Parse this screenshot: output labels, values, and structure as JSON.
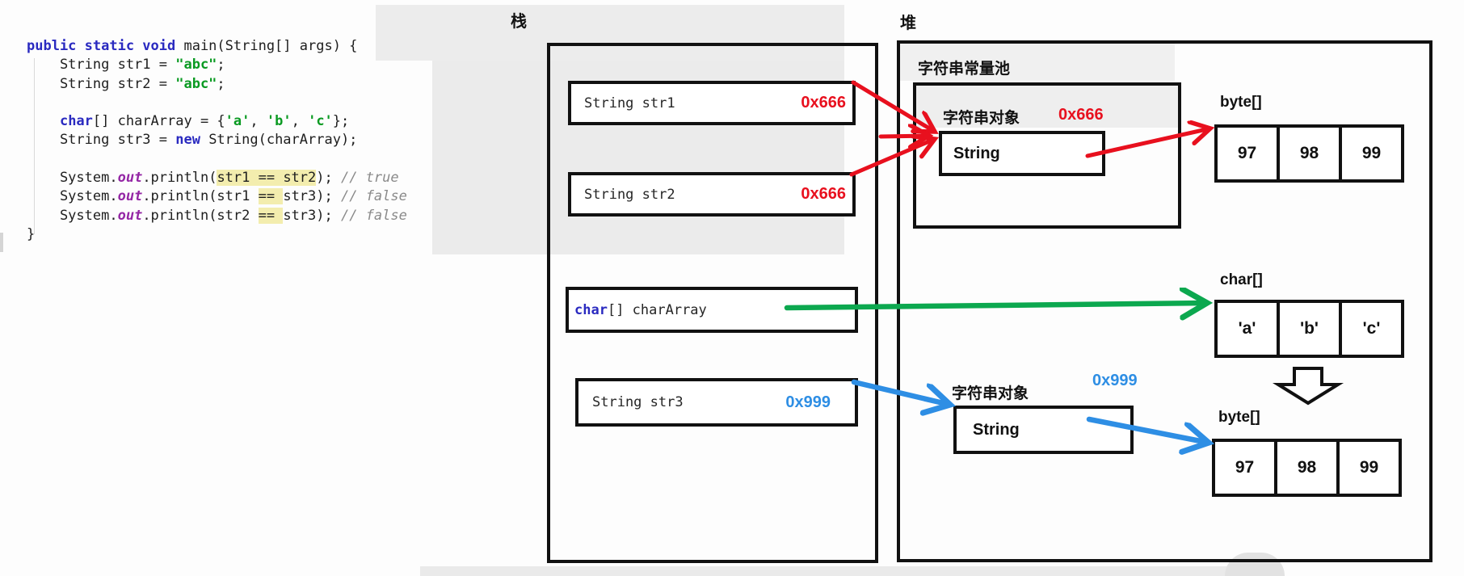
{
  "code": {
    "lines": [
      [
        {
          "s": "kw",
          "t": "public static void "
        },
        {
          "s": "p",
          "t": "main(String[] args) {"
        }
      ],
      [
        {
          "s": "p",
          "t": "    String str1 = "
        },
        {
          "s": "str",
          "t": "\"abc\""
        },
        {
          "s": "p",
          "t": ";"
        }
      ],
      [
        {
          "s": "p",
          "t": "    String str2 = "
        },
        {
          "s": "str",
          "t": "\"abc\""
        },
        {
          "s": "p",
          "t": ";"
        }
      ],
      [],
      [
        {
          "s": "p",
          "t": "    "
        },
        {
          "s": "kw",
          "t": "char"
        },
        {
          "s": "p",
          "t": "[] charArray = {"
        },
        {
          "s": "str",
          "t": "'a'"
        },
        {
          "s": "p",
          "t": ", "
        },
        {
          "s": "str",
          "t": "'b'"
        },
        {
          "s": "p",
          "t": ", "
        },
        {
          "s": "str",
          "t": "'c'"
        },
        {
          "s": "p",
          "t": "};"
        }
      ],
      [
        {
          "s": "p",
          "t": "    String str3 = "
        },
        {
          "s": "kw",
          "t": "new"
        },
        {
          "s": "p",
          "t": " String(charArray);"
        }
      ],
      [],
      [
        {
          "s": "p",
          "t": "    System."
        },
        {
          "s": "fld",
          "t": "out"
        },
        {
          "s": "p",
          "t": ".println("
        },
        {
          "s": "hl",
          "t": "str1 == str2"
        },
        {
          "s": "p",
          "t": "); "
        },
        {
          "s": "cmt",
          "t": "// true"
        }
      ],
      [
        {
          "s": "p",
          "t": "    System."
        },
        {
          "s": "fld",
          "t": "out"
        },
        {
          "s": "p",
          "t": ".println(str1 "
        },
        {
          "s": "hl",
          "t": "== "
        },
        {
          "s": "p",
          "t": "str3); "
        },
        {
          "s": "cmt",
          "t": "// false"
        }
      ],
      [
        {
          "s": "p",
          "t": "    System."
        },
        {
          "s": "fld",
          "t": "out"
        },
        {
          "s": "p",
          "t": ".println(str2 "
        },
        {
          "s": "hl",
          "t": "== "
        },
        {
          "s": "p",
          "t": "str3); "
        },
        {
          "s": "cmt",
          "t": "// false"
        }
      ],
      [
        {
          "s": "p",
          "t": "}"
        }
      ]
    ]
  },
  "labels": {
    "stack": "栈",
    "heap": "堆",
    "pool": "字符串常量池"
  },
  "stack_vars": [
    {
      "segments": [
        {
          "s": "p",
          "t": "String str1"
        }
      ],
      "addr": "0x666",
      "addr_color": "red"
    },
    {
      "segments": [
        {
          "s": "p",
          "t": "String str2"
        }
      ],
      "addr": "0x666",
      "addr_color": "red"
    },
    {
      "segments": [
        {
          "s": "kw",
          "t": "char"
        },
        {
          "s": "p",
          "t": "[] charArray"
        }
      ],
      "addr": "",
      "addr_color": ""
    },
    {
      "segments": [
        {
          "s": "p",
          "t": "String str3"
        }
      ],
      "addr": "0x999",
      "addr_color": "blue"
    }
  ],
  "heap_objects": [
    {
      "label": "字符串对象",
      "addr": "0x666",
      "class_name": "String"
    },
    {
      "label": "字符串对象",
      "addr": "0x999",
      "class_name": "String"
    }
  ],
  "arrays": [
    {
      "label": "byte[]",
      "cells": [
        "97",
        "98",
        "99"
      ]
    },
    {
      "label": "char[]",
      "cells": [
        "'a'",
        "'b'",
        "'c'"
      ]
    },
    {
      "label": "byte[]",
      "cells": [
        "97",
        "98",
        "99"
      ]
    }
  ],
  "colors": {
    "keyword": "#2a2ac0",
    "string_literal": "#0a9a22",
    "field": "#9426a5",
    "comment": "#8a8a8a",
    "code_text": "#1e1e1e",
    "highlight": "#f3edae",
    "red": "#e8101e",
    "green": "#0ca84f",
    "blue": "#2e8ee4"
  }
}
